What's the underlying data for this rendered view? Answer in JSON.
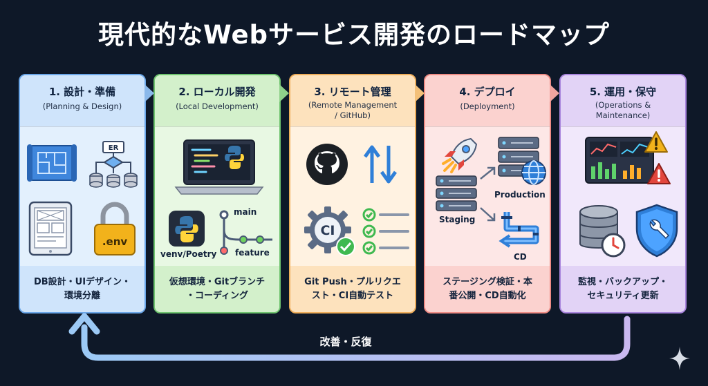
{
  "title": "現代的なWebサービス開発のロードマップ",
  "stages": [
    {
      "name": "1. 設計・準備",
      "subtitle": "(Planning & Design)",
      "icons": [
        "blueprint-icon",
        "er-diagram-icon",
        "wireframe-tablet-icon",
        "env-lock-icon"
      ],
      "labels": {
        "er": "ER",
        "env": ".env"
      },
      "summary": [
        "DB設計・UIデザイン・",
        "環境分離"
      ],
      "color": "#6aa6e8"
    },
    {
      "name": "2. ローカル開発",
      "subtitle": "(Local Development)",
      "icons": [
        "laptop-code-icon",
        "python-icon",
        "git-branch-icon"
      ],
      "labels": {
        "venv": "venv/Poetry",
        "main": "main",
        "feature": "feature"
      },
      "summary": [
        "仮想環境・Gitブランチ",
        "・コーディング"
      ],
      "color": "#6fc46f"
    },
    {
      "name": "3. リモート管理",
      "subtitle": "(Remote Management",
      "subtitle2": "/ GitHub)",
      "icons": [
        "github-icon",
        "sync-arrows-icon",
        "ci-gear-icon",
        "checklist-icon"
      ],
      "labels": {
        "ci": "CI"
      },
      "summary": [
        "Git Push・プルリクエ",
        "スト・CI自動テスト"
      ],
      "color": "#efae5b"
    },
    {
      "name": "4. デプロイ",
      "subtitle": "(Deployment)",
      "icons": [
        "rocket-icon",
        "server-icon",
        "globe-icon",
        "pipeline-icon"
      ],
      "labels": {
        "production": "Production",
        "staging": "Staging",
        "cd": "CD"
      },
      "summary": [
        "ステージング検証・本",
        "番公開・CD自動化"
      ],
      "color": "#ef8c85"
    },
    {
      "name": "5. 運用・保守",
      "subtitle": "(Operations &",
      "subtitle2": "Maintenance)",
      "icons": [
        "dashboard-icon",
        "warning-icon",
        "database-clock-icon",
        "shield-wrench-icon"
      ],
      "summary": [
        "監視・バックアップ・",
        "セキュリティ更新"
      ],
      "color": "#a985dd"
    }
  ],
  "loop_label": "改善・反復",
  "loop_color": "#c9b8f0"
}
